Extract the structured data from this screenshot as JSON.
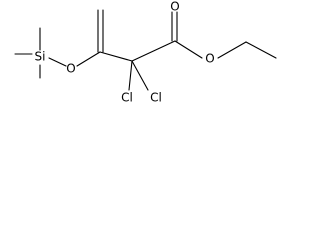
{
  "molecule": {
    "atoms": {
      "silicon": "Si",
      "ether_oxygen": "O",
      "carbonyl_oxygen": "O",
      "ester_oxygen": "O",
      "chlorine_left": "Cl",
      "chlorine_right": "Cl"
    }
  }
}
